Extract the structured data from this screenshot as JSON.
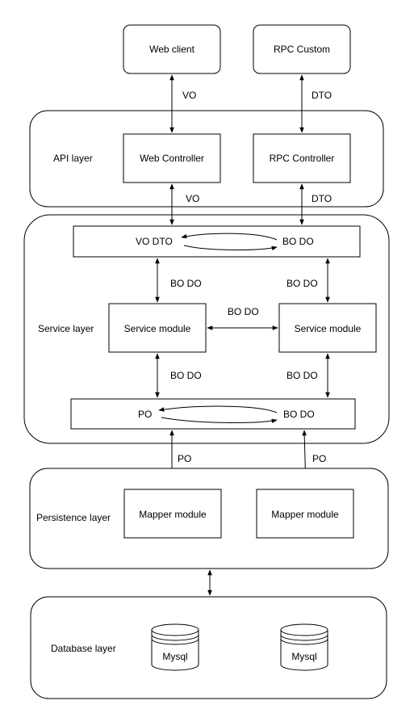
{
  "nodes": {
    "web_client": "Web client",
    "rpc_custom": "RPC Custom",
    "web_controller": "Web Controller",
    "rpc_controller": "RPC Controller",
    "service_module_left": "Service module",
    "service_module_right": "Service module",
    "mapper_module_left": "Mapper module",
    "mapper_module_right": "Mapper module",
    "mysql_left": "Mysql",
    "mysql_right": "Mysql"
  },
  "layers": {
    "api": "API layer",
    "service": "Service layer",
    "persistence": "Persistence layer",
    "database": "Database layer"
  },
  "converters": {
    "top_left": "VO DTO",
    "top_right": "BO DO",
    "bottom_left": "PO",
    "bottom_right": "BO DO"
  },
  "edges": {
    "client_vo": "VO",
    "rpc_dto": "DTO",
    "api_vo": "VO",
    "api_dto": "DTO",
    "svc_top_left": "BO DO",
    "svc_top_right": "BO DO",
    "svc_middle": "BO DO",
    "svc_bottom_left": "BO DO",
    "svc_bottom_right": "BO DO",
    "persist_left": "PO",
    "persist_right": "PO"
  }
}
